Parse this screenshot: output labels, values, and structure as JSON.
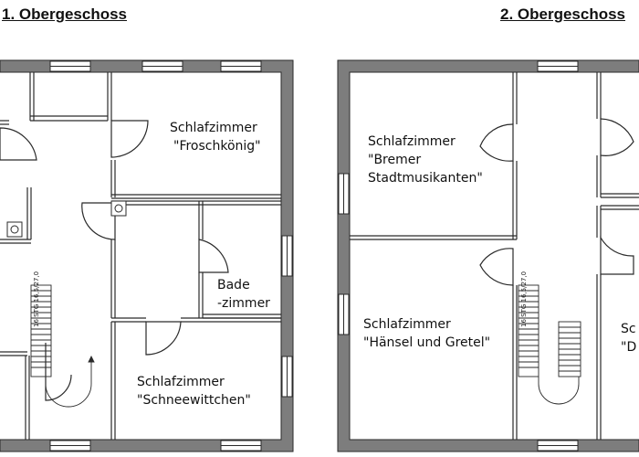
{
  "floors": [
    {
      "heading": "1. Obergeschoss",
      "rooms": [
        {
          "lines": [
            "Schlafzimmer",
            "\"Froschkönig\""
          ]
        },
        {
          "lines": [
            "Bade",
            "-zimmer"
          ]
        },
        {
          "lines": [
            "Schlafzimmer",
            "\"Schneewittchen\""
          ]
        }
      ],
      "stair_note": [
        "16 STG",
        "16,5/27,0"
      ]
    },
    {
      "heading": "2. Obergeschoss",
      "rooms": [
        {
          "lines": [
            "Schlafzimmer",
            "\"Bremer",
            "Stadtmusikanten\""
          ]
        },
        {
          "lines": [
            "Schlafzimmer",
            "\"Hänsel und Gretel\""
          ]
        },
        {
          "lines": [
            "Sc",
            "\"D"
          ]
        }
      ],
      "stair_note": [
        "16 STG",
        "16,5/27,0"
      ]
    }
  ],
  "colors": {
    "wall": "#7d7d7d",
    "outline": "#2a2a2a",
    "window": "#ffffff"
  }
}
